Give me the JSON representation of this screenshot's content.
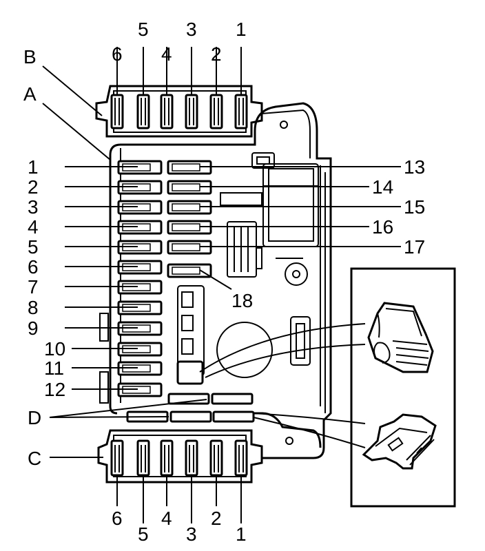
{
  "callouts": {
    "A": "A",
    "B": "B",
    "C": "C",
    "D": "D"
  },
  "connector_b_pins": [
    "6",
    "5",
    "4",
    "3",
    "2",
    "1"
  ],
  "connector_c_pins": [
    "6",
    "5",
    "4",
    "3",
    "2",
    "1"
  ],
  "fuses_left": [
    "1",
    "2",
    "3",
    "4",
    "5",
    "6",
    "7",
    "8",
    "9",
    "10",
    "11",
    "12"
  ],
  "fuses_right": [
    "13",
    "14",
    "15",
    "16",
    "17",
    "18"
  ]
}
